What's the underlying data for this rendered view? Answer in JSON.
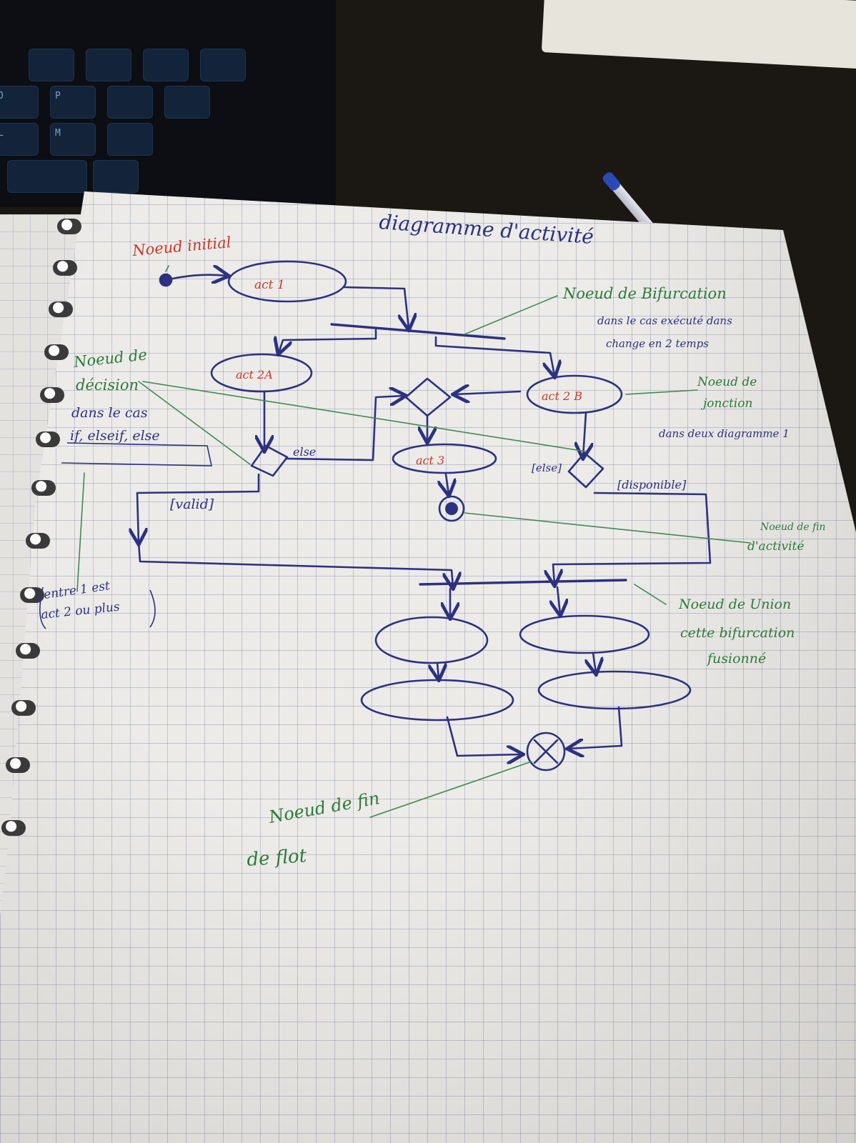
{
  "photo": {
    "keyboard_keys": [
      "O",
      "P",
      "L",
      "M"
    ]
  },
  "diagram": {
    "title": "diagramme d'activité",
    "activities": {
      "act1": "act 1",
      "act2a": "act 2A",
      "act2b": "act 2 B",
      "act3": "act 3"
    },
    "guards": {
      "else_left": "else",
      "valid": "[valid]",
      "else_right": "[else]",
      "disponible": "[disponible]"
    }
  },
  "annotations": {
    "initial_node": "Noeud initial",
    "fork_node": "Noeud de Bifurcation",
    "fork_note_1": "dans le cas exécuté dans",
    "fork_note_2": "change en 2 temps",
    "decision_1": "Noeud de",
    "decision_2": "décision",
    "decision_3": "dans le cas",
    "decision_4": "if, elseif, else",
    "join_1": "Noeud de",
    "join_2": "jonction",
    "join_3": "dans deux diagramme 1",
    "between_1": "entre 1 est",
    "between_2": "act 2 ou plus",
    "activity_end_1": "Noeud de fin",
    "activity_end_2": "d'activité",
    "union_1": "Noeud de Union",
    "union_2": "cette bifurcation",
    "union_3": "fusionné",
    "flow_end_1": "Noeud de fin",
    "flow_end_2": "de flot"
  }
}
